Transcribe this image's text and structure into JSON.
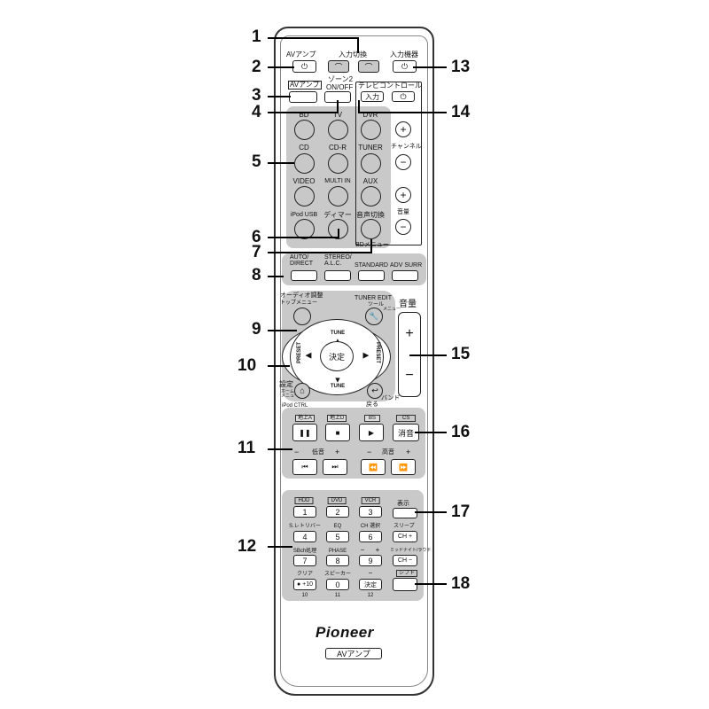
{
  "callouts": [
    "1",
    "2",
    "3",
    "4",
    "5",
    "6",
    "7",
    "8",
    "9",
    "10",
    "11",
    "12",
    "13",
    "14",
    "15",
    "16",
    "17",
    "18"
  ],
  "top": {
    "input_switch": "入力切換",
    "av_amp": "AVアンプ",
    "input_device": "入力機器",
    "av_amp_boxed": "AVアンプ",
    "zone2": "ゾーン2",
    "zone2_onoff": "ON/OFF",
    "tv_control": "テレビコントロール",
    "tv_input": "入力"
  },
  "sources": [
    "BD",
    "TV",
    "DVR",
    "CD",
    "CD-R",
    "TUNER",
    "VIDEO",
    "MULTI IN",
    "AUX",
    "iPod USB",
    "ディマー",
    "音声切換"
  ],
  "bd_menu": "BDメニュー",
  "channel": "チャンネル",
  "volume_small": "音量",
  "plus": "+",
  "minus": "−",
  "listening_modes": [
    "AUTO/\nDIRECT",
    "STEREO/\nA.L.C.",
    "STANDARD",
    "ADV SURR"
  ],
  "navigation": {
    "audio_param": "オーディオ調整",
    "top_menu": "トップメニュー",
    "tuner_edit": "TUNER EDIT",
    "tool": "ツール",
    "menu": "メニュー",
    "tune": "TUNE",
    "preset": "PRESET",
    "enter": "決定",
    "setup": "設定",
    "home_menu": "ホーム\nメニュー",
    "ipod_ctrl": "iPod CTRL",
    "back": "戻る",
    "band": "バンド"
  },
  "volume_big": "音量",
  "transport": {
    "labels": [
      "地上A",
      "地上D",
      "BS",
      "CS"
    ],
    "mute": "消音",
    "bass": "低音",
    "treble": "高音"
  },
  "keypad": {
    "top_labels": [
      "HDD",
      "DVD",
      "VCR"
    ],
    "digits": [
      "1",
      "2",
      "3",
      "4",
      "5",
      "6",
      "7",
      "8",
      "9",
      "0"
    ],
    "labels": [
      "S.レトリバー",
      "EQ",
      "CH 選択",
      "SBch処理",
      "PHASE",
      "クリア",
      "スピーカー"
    ],
    "display": "表示",
    "sleep": "スリープ",
    "ch_plus": "CH +",
    "midnight": "ミッドナイト/ラウド",
    "ch_minus": "CH −",
    "shift": "シフト",
    "plus10": "+10",
    "kettei": "決定",
    "bottom_nums": [
      "10",
      "11",
      "12"
    ]
  },
  "brand": "Pioneer",
  "model_label": "AVアンプ"
}
